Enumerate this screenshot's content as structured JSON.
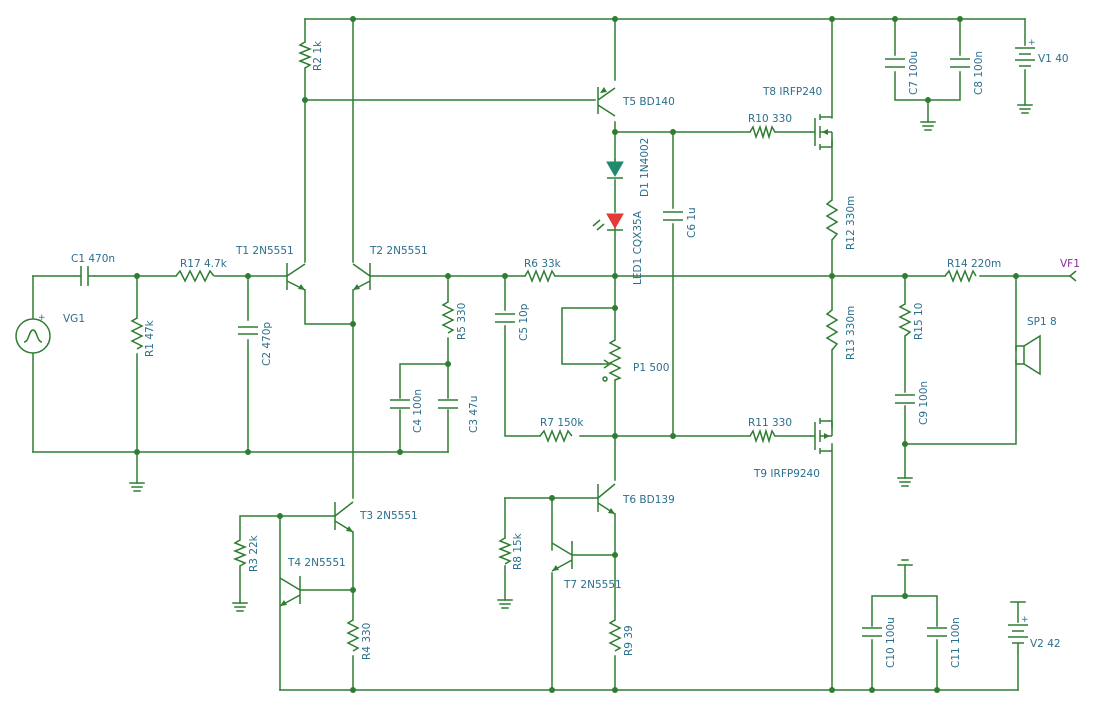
{
  "labels": {
    "R2": "R2 1k",
    "T5": "T5 BD140",
    "T8": "T8 IRFP240",
    "C7": "C7 100u",
    "C8": "C8 100n",
    "V1": "V1 40",
    "R10": "R10 330",
    "D1": "D1 1N4002",
    "C6": "C6 1u",
    "R12": "R12 330m",
    "LED1": "LED1 CQX35A",
    "C1": "C1 470n",
    "R17": "R17 4.7k",
    "T1": "T1 2N5551",
    "T2": "T2 2N5551",
    "R6": "R6 33k",
    "R14": "R14 220m",
    "VF1": "VF1",
    "VG1": "VG1",
    "R1": "R1 47k",
    "C2": "C2 470p",
    "R5": "R5 330",
    "C5": "C5 10p",
    "R13": "R13 330m",
    "R15": "R15 10",
    "SP1": "SP1 8",
    "P1": "P1 500",
    "C4": "C4 100n",
    "C3": "C3 47u",
    "C9": "C9 100n",
    "R7": "R7 150k",
    "R11": "R11 330",
    "T9": "T9 IRFP9240",
    "T3": "T3 2N5551",
    "T6": "T6 BD139",
    "R3": "R3 22k",
    "R8": "R8 15k",
    "T4": "T4 2N5551",
    "T7": "T7 2N5551",
    "R4": "R4 330",
    "R9": "R9 39",
    "C10": "C10 100u",
    "C11": "C11 100n",
    "V2": "V2 42"
  },
  "colors": {
    "wire": "#2e7d32",
    "label": "#2b6f8c",
    "net_label": "#8a2c9a",
    "diode": "#1e8a6e",
    "led": "#e53935"
  }
}
